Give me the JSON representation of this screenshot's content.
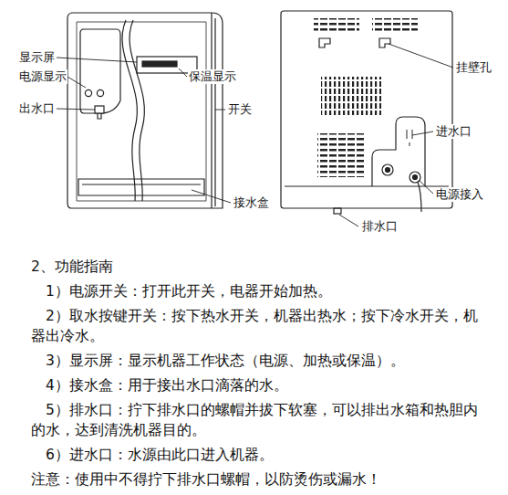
{
  "diagram": {
    "title": "2、功能指南",
    "labels": [
      "显示屏",
      "电源显示",
      "保温显示",
      "出水口",
      "开关",
      "接水盒",
      "挂壁孔",
      "进水口",
      "电源接入",
      "排水口",
      "1）电源开关：打开此开关，电器开始加热。",
      "2）取水按键开关：按下热水开关，机器出热水；按下冷水开关，机器出冷水。",
      "3）显示屏：显示机器工作状态（电源、加热或保温）。",
      "4）接水盒：用于接出水口滴落的水。",
      "5）排水口：拧下排水口的螺帽并拔下软塞，可以排出水箱和热胆内的水，达到清洗机器目的。",
      "6）进水口：水源由此口进入机器。",
      "注意：使用中不得拧下排水口螺帽，以防烫伤或漏水！"
    ]
  }
}
